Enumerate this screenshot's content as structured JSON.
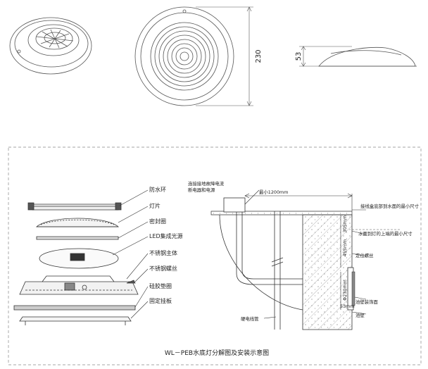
{
  "top_views": {
    "height_dim": "230",
    "thickness_dim": "53"
  },
  "exploded_labels": [
    "防水环",
    "灯片",
    "密封圈",
    "LED集成光源",
    "不锈钢主体",
    "不锈钢螺丝",
    "硅胶垫圈",
    "固定挂板"
  ],
  "installation": {
    "junction_note_line1": "连接接地故障电流",
    "junction_note_line2": "断电器和电源",
    "min_distance": "最小1200mm",
    "note_top_depth": "接线盒底部到水面的最小尺寸",
    "note_dim_305": "305mm",
    "note_waterline": "水面到灯的上端的最小尺寸",
    "note_dim_455": "455mm",
    "note_screw": "定位螺丝",
    "note_diameter": "Φ230mm",
    "note_dim_53": "53mm",
    "note_trim": "池壁装饰面",
    "note_wall": "池壁",
    "note_conduit": "硬电线管"
  },
  "caption": "WL－PEB水底灯分解图及安装示意图"
}
